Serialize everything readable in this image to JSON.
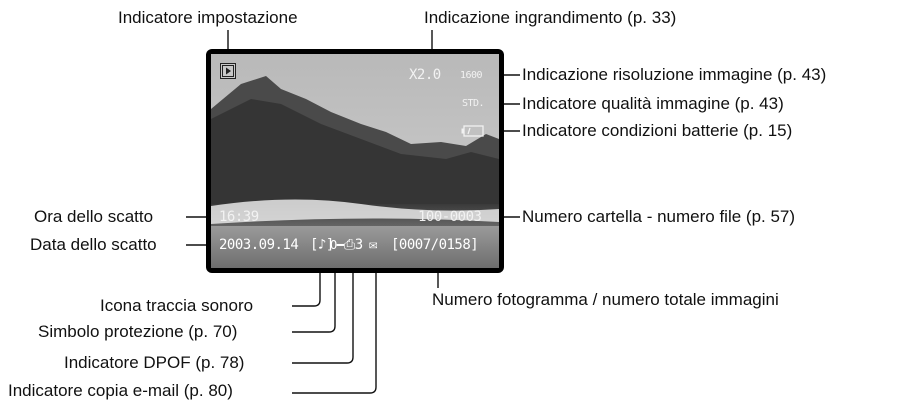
{
  "labels": {
    "setting_indicator": "Indicatore impostazione",
    "magnification": "Indicazione ingrandimento (p. 33)",
    "resolution": "Indicazione risoluzione immagine (p. 43)",
    "quality": "Indicatore qualità immagine (p. 43)",
    "battery": "Indicatore condizioni batterie (p. 15)",
    "time": "Ora dello scatto",
    "date": "Data dello scatto",
    "folder_file": "Numero cartella - numero file (p. 57)",
    "frame_count": "Numero fotogramma / numero totale immagini",
    "audio_icon": "Icona traccia sonoro",
    "protection": "Simbolo protezione (p. 70)",
    "dpof": "Indicatore DPOF (p. 78)",
    "email_copy": "Indicatore copia e-mail (p. 80)"
  },
  "screen": {
    "zoom": "X2.0",
    "resolution": "1600",
    "quality": "STD.",
    "time": "16:39",
    "date": "2003.09.14",
    "folder_file": "100-0003",
    "audio": "[♪]",
    "key": "O━",
    "print": "⎙3",
    "mail": "✉",
    "frame": "[0007/0158]"
  },
  "icons": {
    "play": "play-icon",
    "battery": "battery-icon",
    "key": "key-icon",
    "print": "print-icon",
    "mail": "mail-icon",
    "audio": "audio-icon"
  }
}
